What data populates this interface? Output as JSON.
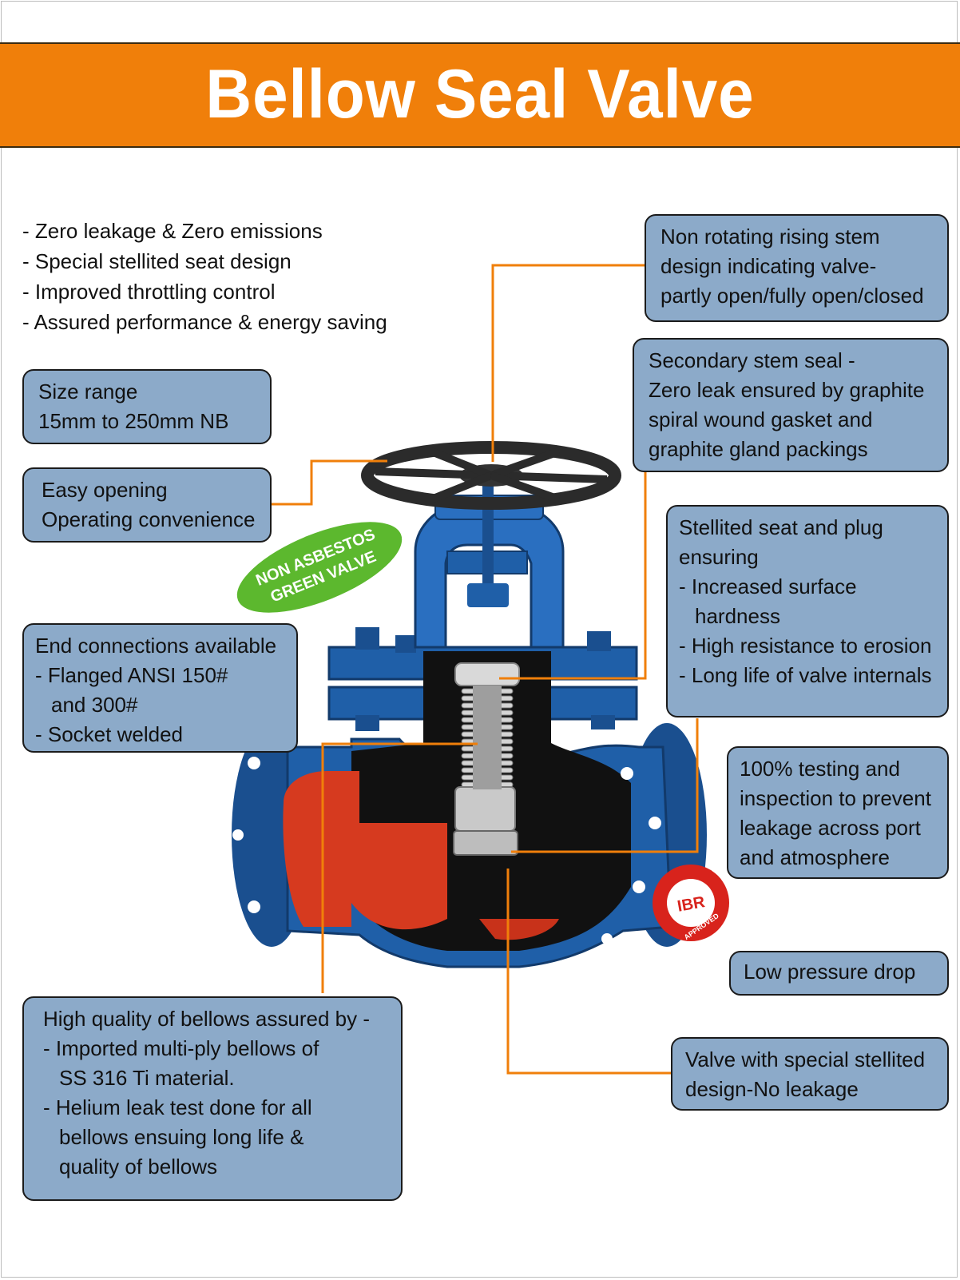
{
  "title": "Bellow Seal Valve",
  "features": [
    "- Zero leakage & Zero emissions",
    "- Special stellited seat design",
    "- Improved throttling control",
    "- Assured performance & energy saving"
  ],
  "callouts": {
    "size_range": [
      "Size range",
      "15mm to 250mm NB"
    ],
    "easy_opening": [
      "Easy opening",
      "Operating convenience"
    ],
    "end_connections": [
      "End connections available",
      "- Flanged  ANSI 150#",
      "and 300#",
      "- Socket welded"
    ],
    "bellows_quality": [
      "High quality of bellows assured by -",
      "- Imported multi-ply bellows of",
      "SS 316 Ti material.",
      "- Helium leak test done for all",
      "bellows ensuing long life &",
      "quality of bellows"
    ],
    "rising_stem": [
      "Non rotating rising stem",
      "design indicating valve-",
      "partly open/fully open/closed"
    ],
    "secondary_seal": [
      "Secondary stem seal -",
      "Zero leak ensured by graphite",
      "spiral wound gasket and",
      "graphite gland packings"
    ],
    "stellited_seat": [
      "Stellited seat and plug",
      "ensuring",
      "- Increased surface",
      "hardness",
      "- High resistance to erosion",
      "- Long life of valve internals"
    ],
    "testing": [
      "100% testing and",
      "inspection to prevent",
      "leakage across port",
      "and atmosphere"
    ],
    "pressure_drop": [
      "Low pressure drop"
    ],
    "special_design": [
      "Valve with special stellited",
      "design-No leakage"
    ]
  },
  "badges": {
    "green_line1": "NON ASBESTOS",
    "green_line2": "GREEN VALVE",
    "ibr_line1": "IBR",
    "ibr_line2": "APPROVED"
  },
  "colors": {
    "banner": "#f07f0a",
    "callout_fill": "#8caac9",
    "leader_line": "#f07f0a",
    "valve_blue": "#1f5fa8",
    "valve_interior": "#d63a1f",
    "green_badge": "#5cb82e",
    "ibr_badge": "#d8231c"
  }
}
